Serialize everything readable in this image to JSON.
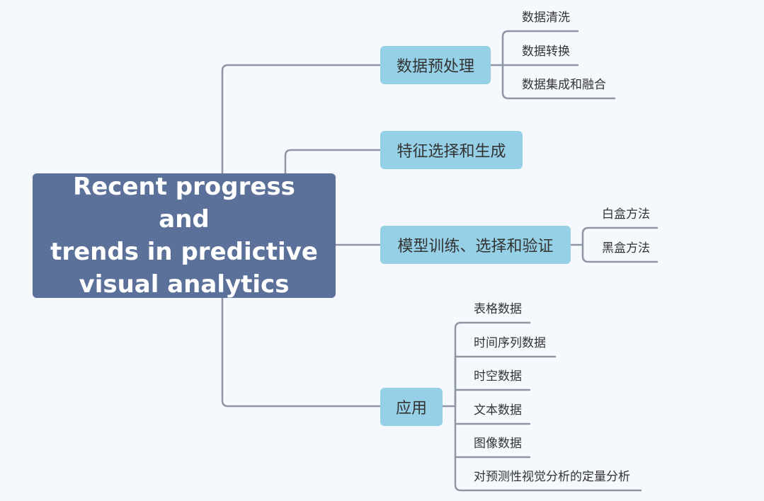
{
  "root": {
    "title": "Recent progress and\ntrends in predictive\nvisual analytics"
  },
  "branches": [
    {
      "label": "数据预处理",
      "children": [
        "数据清洗",
        "数据转换",
        "数据集成和融合"
      ]
    },
    {
      "label": "特征选择和生成",
      "children": []
    },
    {
      "label": "模型训练、选择和验证",
      "children": [
        "白盒方法",
        "黑盒方法"
      ]
    },
    {
      "label": "应用",
      "children": [
        "表格数据",
        "时间序列数据",
        "时空数据",
        "文本数据",
        "图像数据",
        "对预测性视觉分析的定量分析"
      ]
    }
  ],
  "colors": {
    "background": "#f5f9fd",
    "root_fill": "#5b7199",
    "branch_fill": "#95d0e6",
    "connector": "#8e96a6"
  }
}
